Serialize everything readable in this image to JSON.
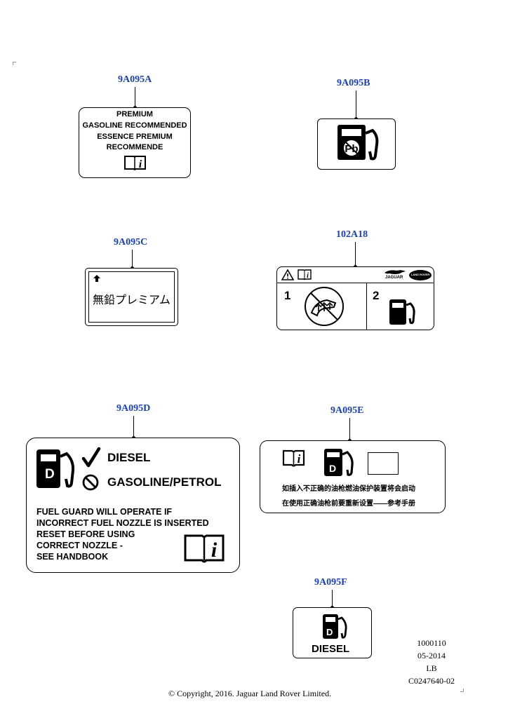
{
  "labels": {
    "a": {
      "part_number": "9A095A",
      "lines": [
        "PREMIUM",
        "GASOLINE  RECOMMENDED",
        "ESSENCE  PREMIUM",
        "RECOMMENDE"
      ],
      "icon": "handbook-info-icon"
    },
    "b": {
      "part_number": "9A095B",
      "icon": "fuel-pump-no-leaded-icon"
    },
    "c": {
      "part_number": "9A095C",
      "text": "無鉛プレミアム",
      "icon": "arrow-up-icon"
    },
    "d18": {
      "part_number": "102A18",
      "jaguar_text": "JAGUAR",
      "land_rover_text": "LAND ROVER",
      "step1": "1",
      "step2": "2",
      "icons": [
        "warning-triangle-icon",
        "handbook-info-icon",
        "no-fuel-can-icon",
        "fuel-pump-icon"
      ]
    },
    "d": {
      "part_number": "9A095D",
      "diesel": "DIESEL",
      "gasoline": "GASOLINE/PETROL",
      "letter": "D",
      "warning_lines": [
        "FUEL GUARD WILL OPERATE IF",
        "INCORRECT FUEL NOZZLE IS INSERTED",
        "RESET BEFORE USING",
        "CORRECT NOZZLE -",
        "SEE HANDBOOK"
      ],
      "icons": [
        "diesel-pump-icon",
        "check-mark-icon",
        "prohibited-icon",
        "handbook-info-icon"
      ]
    },
    "e": {
      "part_number": "9A095E",
      "letter": "D",
      "line1": "如插入不正确的油枪燃油保护装置将会启动",
      "line2": "在使用正确油枪前要重新设置——参考手册",
      "icons": [
        "handbook-info-icon",
        "diesel-pump-icon"
      ]
    },
    "f": {
      "part_number": "9A095F",
      "letter": "D",
      "diesel": "DIESEL",
      "icon": "diesel-pump-icon"
    }
  },
  "meta": {
    "line1": "1000110",
    "line2": "05-2014",
    "line3": "LB",
    "line4": "C0247640-02"
  },
  "copyright": "© Copyright, 2016. Jaguar Land Rover Limited."
}
